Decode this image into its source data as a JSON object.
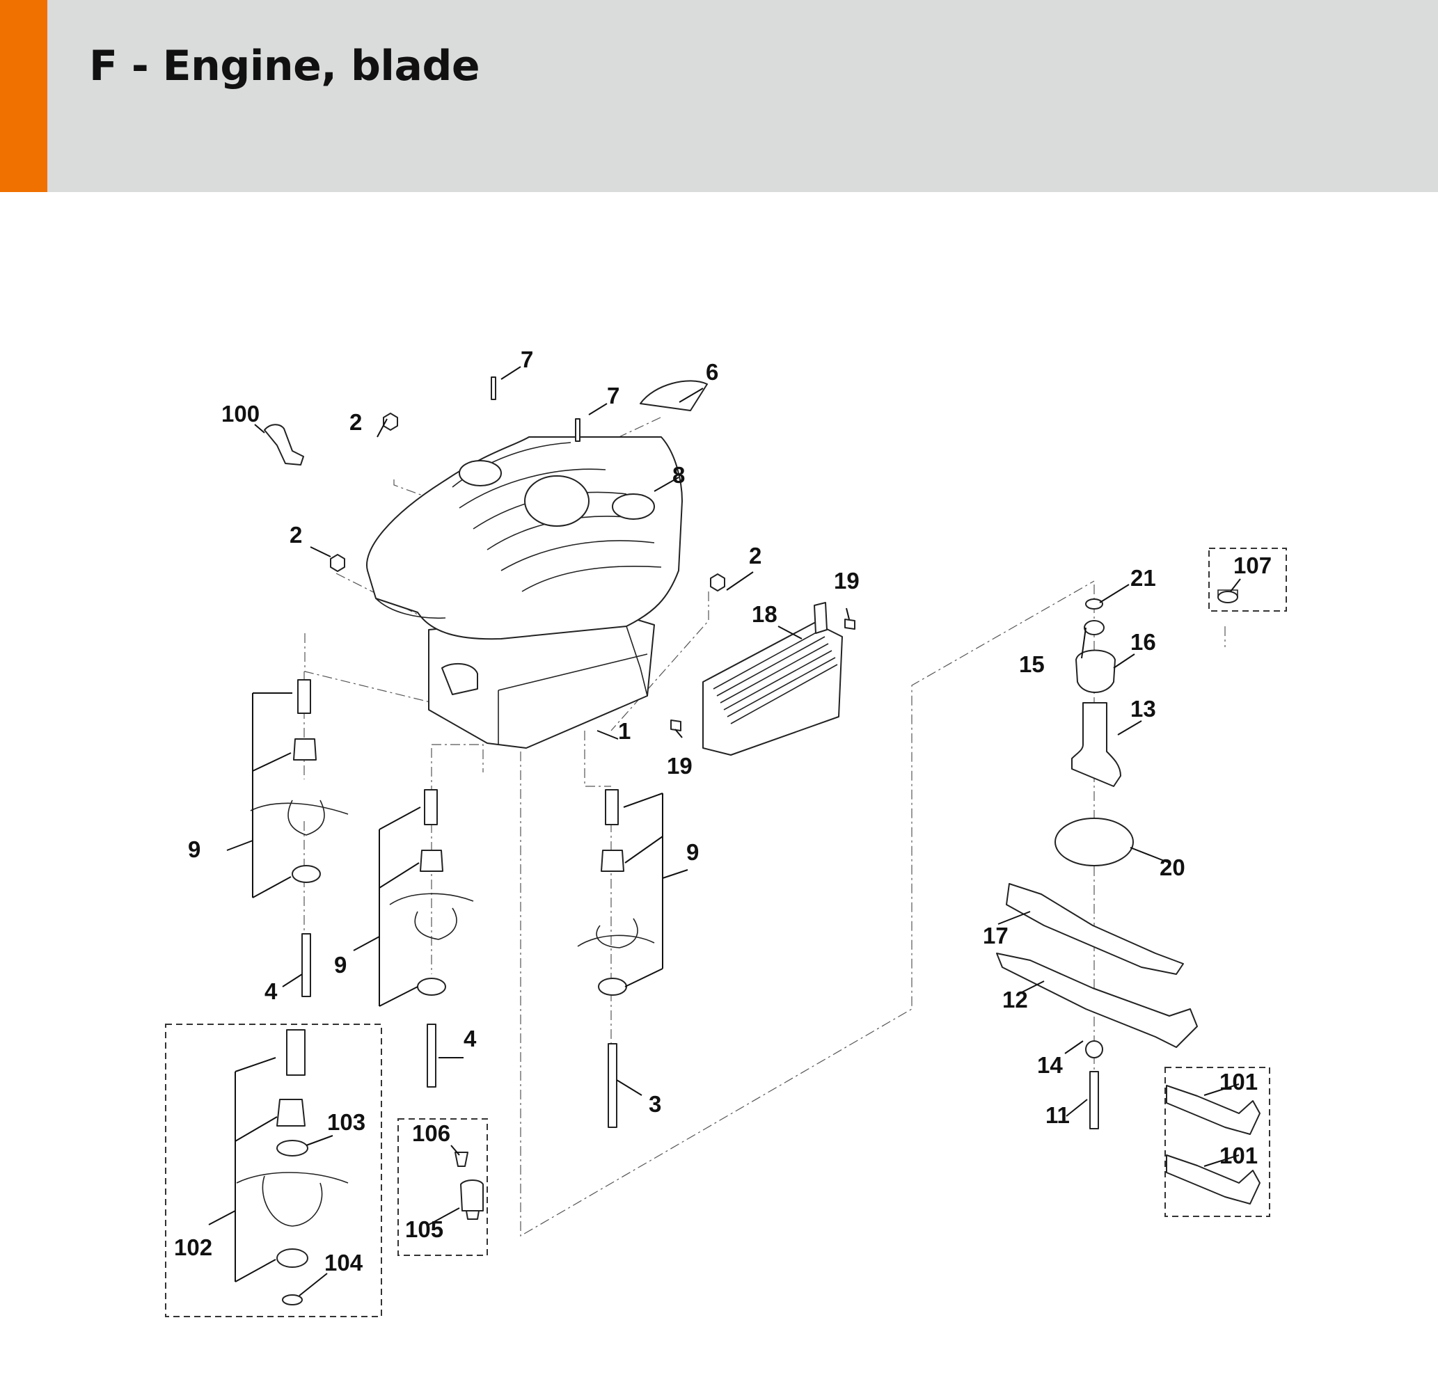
{
  "header": {
    "title": "F - Engine, blade",
    "accent_color": "#f07000",
    "background_color": "#dadbdb"
  },
  "diagram": {
    "callouts": [
      "7",
      "7",
      "6",
      "100",
      "2",
      "8",
      "2",
      "2",
      "19",
      "18",
      "1",
      "19",
      "9",
      "9",
      "9",
      "4",
      "4",
      "3",
      "102",
      "103",
      "104",
      "106",
      "105",
      "107",
      "21",
      "15",
      "16",
      "13",
      "20",
      "17",
      "12",
      "14",
      "11",
      "101",
      "101"
    ]
  }
}
